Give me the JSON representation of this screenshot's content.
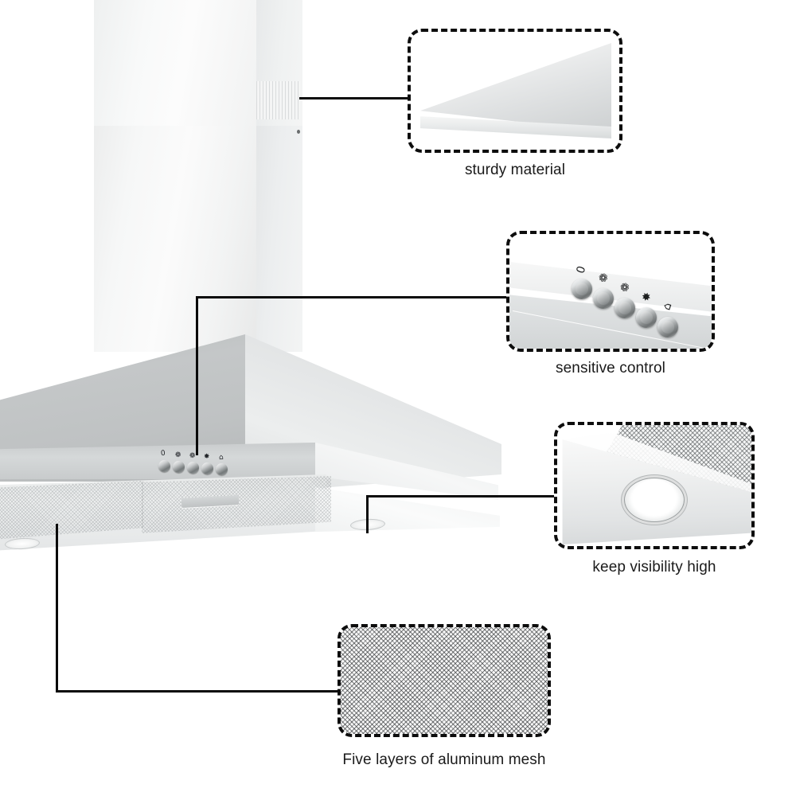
{
  "page": {
    "type": "product-feature-infographic",
    "product": "wall-mount pyramid range hood",
    "background_color": "#ffffff",
    "line_color": "#0a0a0a",
    "text_color": "#1a1a1a"
  },
  "callouts": [
    {
      "id": "sturdy-material",
      "label": "sturdy material",
      "art": "stainless-steel-panel",
      "anchor": "chimney vent grille"
    },
    {
      "id": "sensitive-control",
      "label": "sensitive control",
      "art": "push-button-control-panel",
      "anchor": "hood control panel"
    },
    {
      "id": "keep-visibility-high",
      "label": "keep visibility high",
      "art": "led-lamp-and-mesh",
      "anchor": "hood underside lamp"
    },
    {
      "id": "aluminum-mesh",
      "label": "Five layers of aluminum mesh",
      "art": "aluminum-mesh-texture",
      "anchor": "hood grease filter"
    }
  ],
  "control_panel": {
    "buttons": [
      {
        "id": "power-off",
        "glyph": "0",
        "name": "off-button"
      },
      {
        "id": "fan-speed-1",
        "glyph": "❁",
        "name": "fan-speed-1-button"
      },
      {
        "id": "fan-speed-2",
        "glyph": "❁",
        "name": "fan-speed-2-button"
      },
      {
        "id": "fan-speed-3",
        "glyph": "✸",
        "name": "fan-speed-3-button"
      },
      {
        "id": "light",
        "glyph": "⌂",
        "name": "light-button"
      }
    ]
  },
  "hood_panel_buttons": {
    "glyphs": [
      "0",
      "❁",
      "❁",
      "✸",
      "⌂"
    ]
  }
}
